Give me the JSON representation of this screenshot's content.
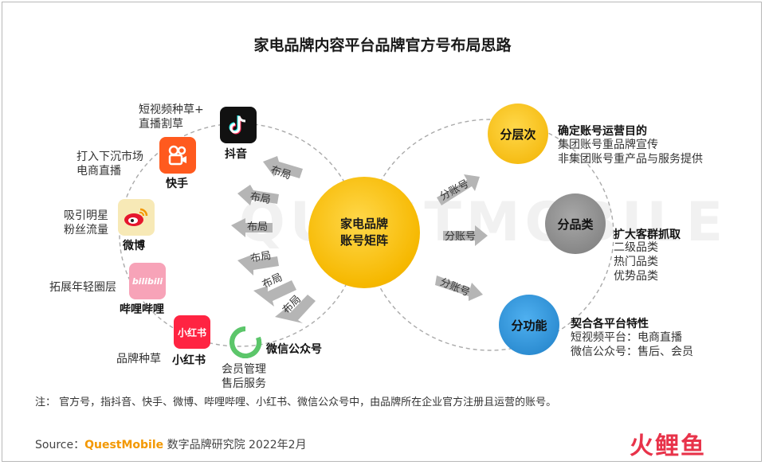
{
  "title": "家电品牌内容平台品牌官方号布局思路",
  "watermark": "QUESTMOBILE",
  "center": {
    "line1": "家电品牌",
    "line2": "账号矩阵"
  },
  "platforms": {
    "douyin": {
      "name": "抖音",
      "desc1": "短视频种草+",
      "desc2": "直播割草"
    },
    "kuaishou": {
      "name": "快手",
      "desc1": "打入下沉市场",
      "desc2": "电商直播"
    },
    "weibo": {
      "name": "微博",
      "desc1": "吸引明星",
      "desc2": "粉丝流量"
    },
    "bilibili": {
      "name": "哔哩哔哩",
      "desc1": "拓展年轻圈层",
      "icon_text": "bilibili"
    },
    "xiaohongshu": {
      "name": "小红书",
      "desc1": "品牌种草",
      "icon_text": "小红书"
    },
    "wechat": {
      "name": "微信公众号",
      "desc1": "会员管理",
      "desc2": "售后服务"
    }
  },
  "left_arrow_label": "布局",
  "right_arrow_label": "分账号",
  "right": {
    "layer": {
      "circle": "分层次",
      "title": "确定账号运营目的",
      "line1": "集团账号重品牌宣传",
      "line2": "非集团账号重产品与服务提供",
      "color": "#f6b800"
    },
    "category": {
      "circle": "分品类",
      "title": "扩大客群抓取",
      "line1": "二级品类",
      "line2": "热门品类",
      "line3": "优势品类",
      "color": "#8c8c8c"
    },
    "function": {
      "circle": "分功能",
      "title": "契合各平台特性",
      "line1": "短视频平台：电商直播",
      "line2": "微信公众号：售后、会员",
      "color": "#2a8fd4"
    }
  },
  "note": "注：   官方号，指抖音、快手、微博、哔哩哔哩、小红书、微信公众号中，由品牌所在企业官方注册且运营的账号。",
  "source_prefix": "Source：",
  "source_brand": "QuestMobile",
  "source_suffix": " 数字品牌研究院 2022年2月",
  "logo": {
    "part1": "火",
    "part2": "鲤鱼"
  }
}
